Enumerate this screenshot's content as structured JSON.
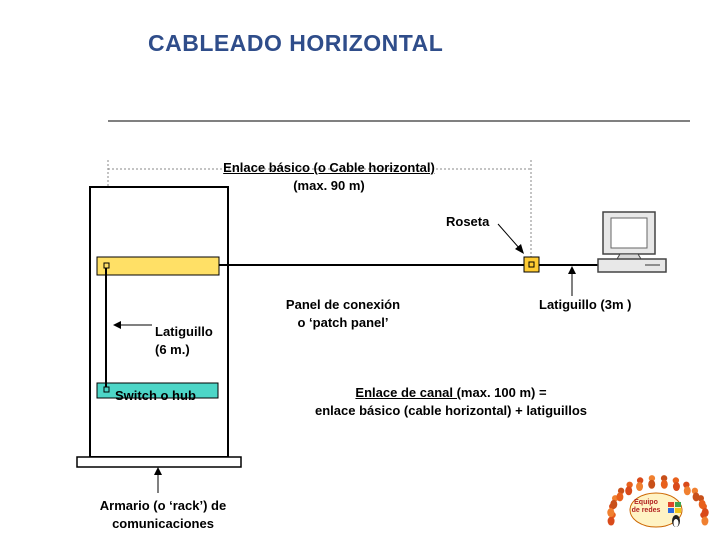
{
  "title": "CABLEADO HORIZONTAL",
  "labels": {
    "enlace_basico_line1": "Enlace básico (o Cable horizontal)",
    "enlace_basico_line2": "(max. 90 m)",
    "roseta": "Roseta",
    "panel_line1": "Panel de conexión",
    "panel_line2": "o ‘patch panel’",
    "latiguillo_3m": "Latiguillo (3m )",
    "latiguillo_6m_line1": "Latiguillo",
    "latiguillo_6m_line2": "(6 m.)",
    "switch": "Switch o hub",
    "enlace_canal_underlined": "Enlace de canal (",
    "enlace_canal_rest": "max. 100 m) =",
    "enlace_canal_line2": "enlace básico (cable horizontal) + latiguillos",
    "armario_line1": "Armario (o ‘rack’) de",
    "armario_line2": "comunicaciones"
  },
  "logo": {
    "line1": "Equipo",
    "line2": "de redes"
  },
  "colors": {
    "title": "#2f4d8a",
    "panel": "#ffe066",
    "switch": "#4dd6c7",
    "roseta": "#ffcc33"
  }
}
